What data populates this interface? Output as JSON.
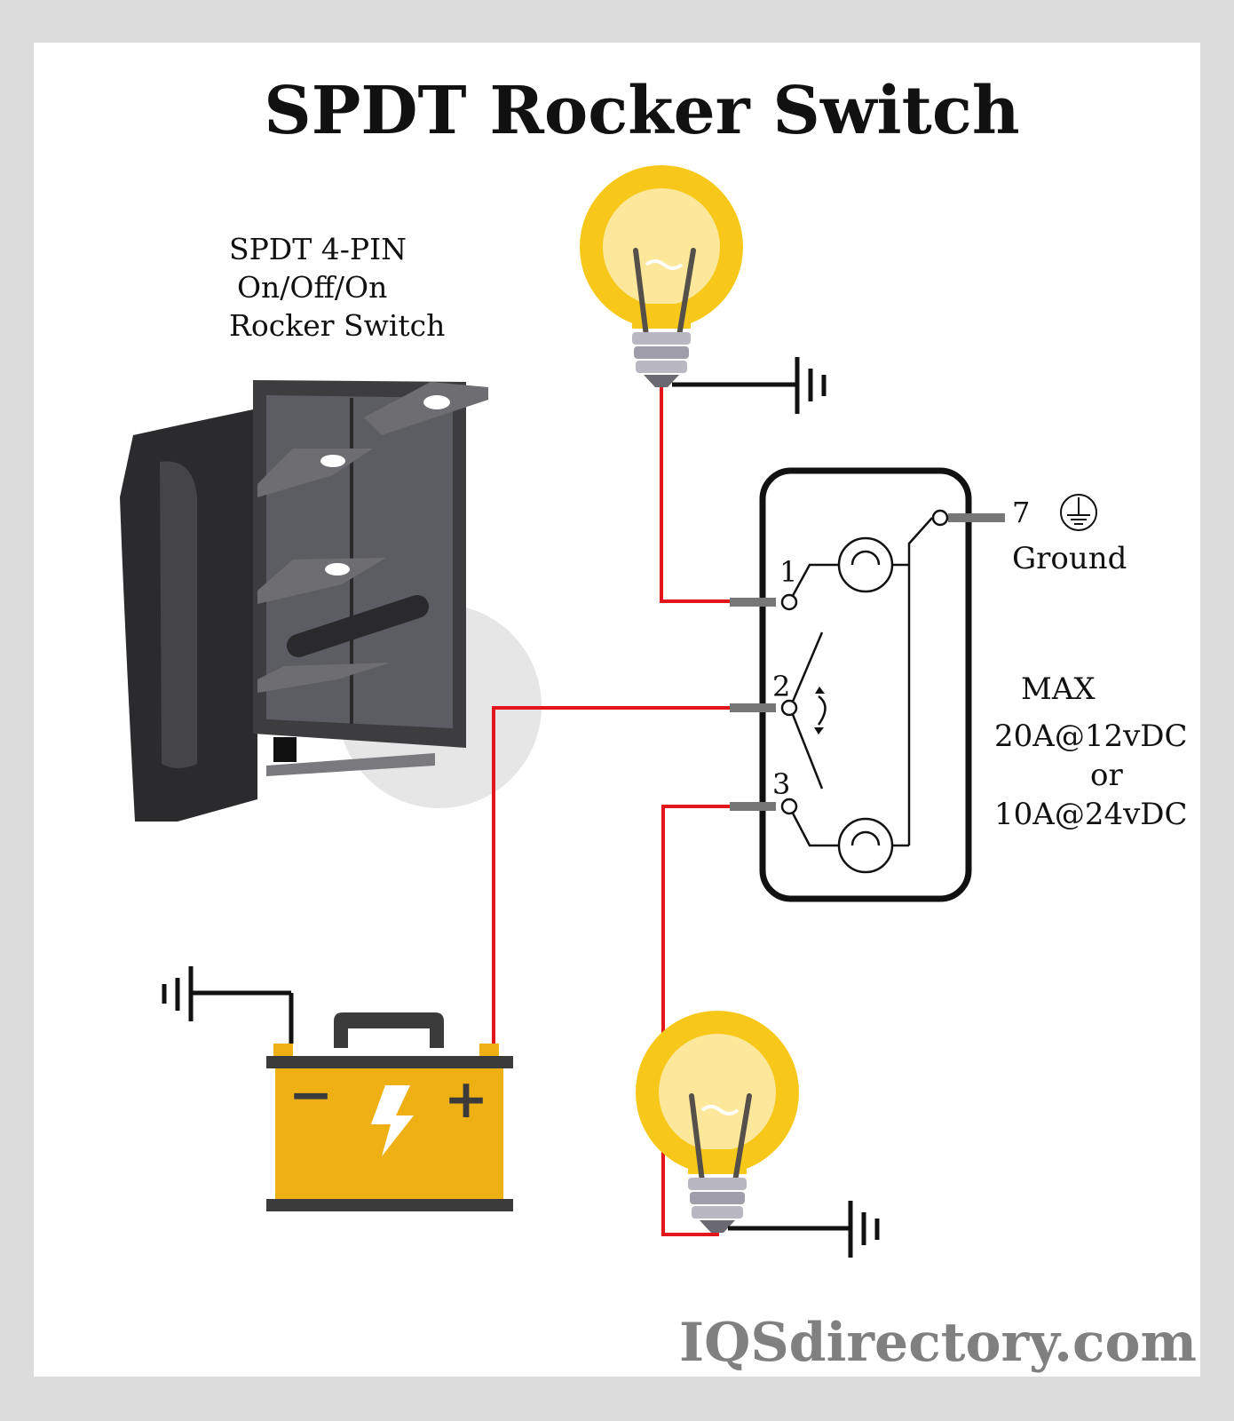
{
  "title": "SPDT Rocker Switch",
  "component_label": [
    "SPDT 4-PIN",
    "On/Off/On",
    "Rocker Switch"
  ],
  "pins": {
    "p1": "1",
    "p2": "2",
    "p3": "3",
    "p7": "7"
  },
  "ground_label": "Ground",
  "rating": [
    "MAX",
    "20A@12vDC",
    "or",
    "10A@24vDC"
  ],
  "battery": {
    "minus": "−",
    "plus": "+"
  },
  "watermark": "IQSdirectory.com",
  "colors": {
    "wire_red": "#e2161b",
    "wire_black": "#111111",
    "bulb_glow": "#f7c81a",
    "bulb_inner": "#fde79a",
    "battery_body": "#efb013",
    "battery_dark": "#3b3b3b",
    "switch_body": "#3a3a3c",
    "watermark_gray": "#808080"
  }
}
